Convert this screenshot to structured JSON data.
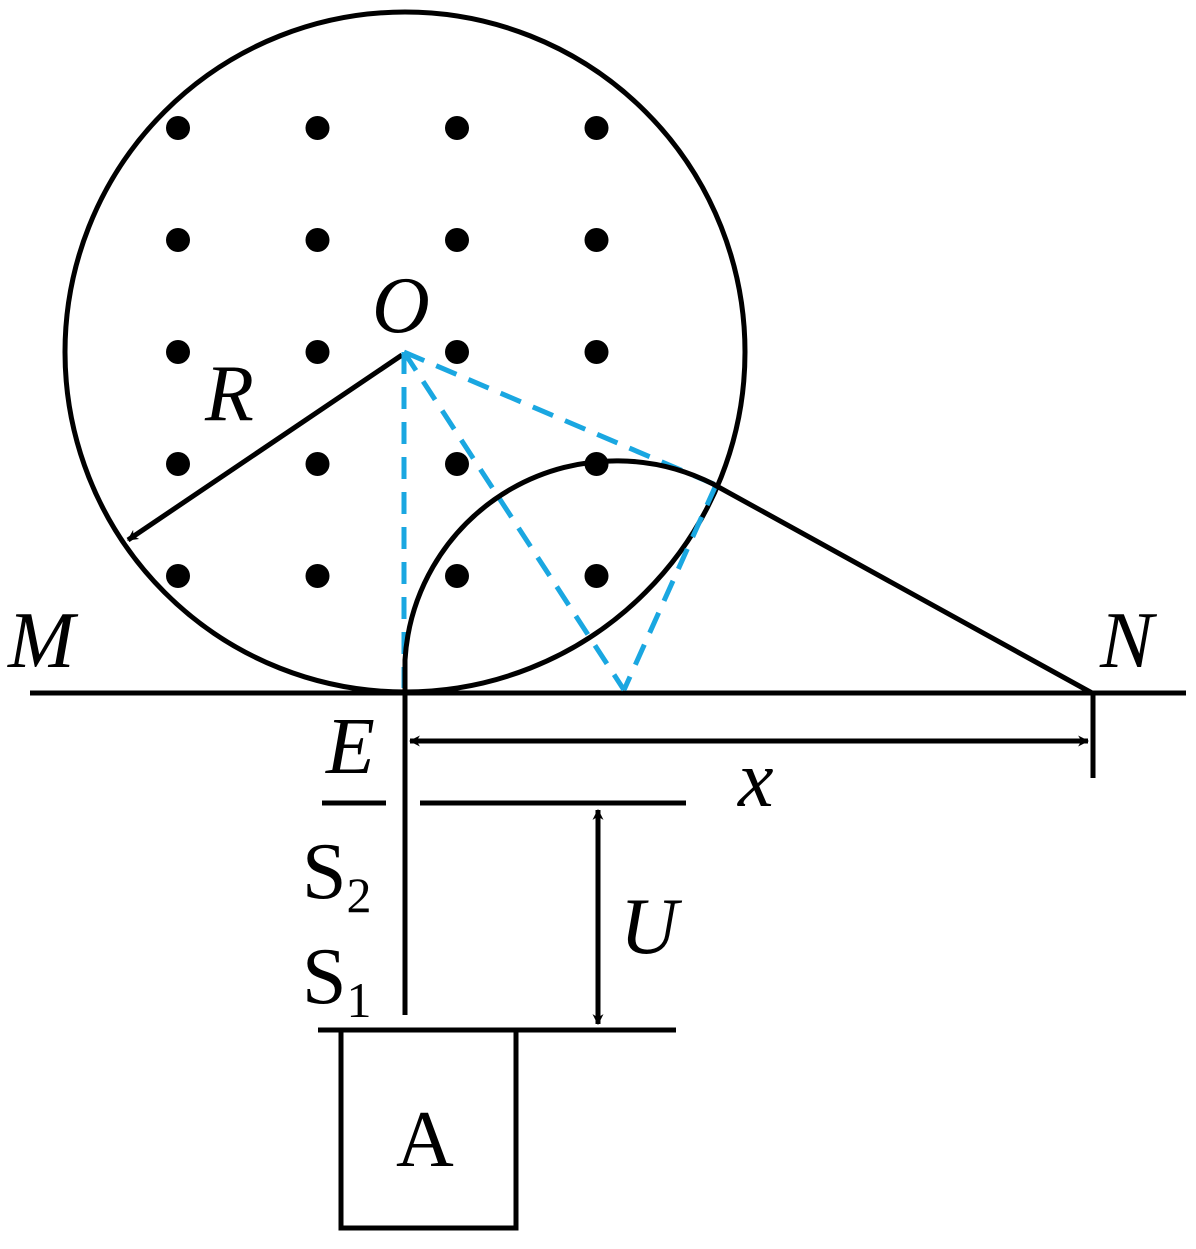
{
  "labels": {
    "center": "O",
    "radius": "R",
    "left_end": "M",
    "right_end": "N",
    "entry_point": "E",
    "distance": "x",
    "voltage": "U",
    "slit_top_letter": "S",
    "slit_top_sub": "2",
    "slit_bottom_letter": "S",
    "slit_bottom_sub": "1",
    "source_box": "A"
  },
  "field": {
    "rows": 5,
    "cols": 4,
    "symbol": "dot-out-of-page"
  },
  "colors": {
    "ink": "#000000",
    "construction": "#1aa7e1"
  }
}
